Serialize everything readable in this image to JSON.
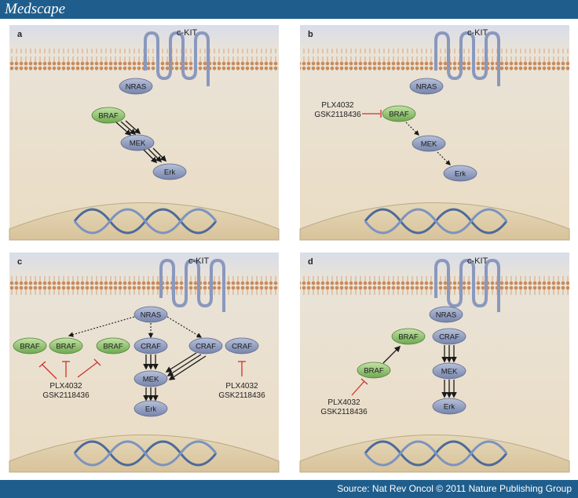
{
  "header": {
    "logo": "Medscape"
  },
  "footer": {
    "source": "Source: Nat Rev Oncol © 2011 Nature Publishing Group"
  },
  "colors": {
    "header_bg": "#1f5e8c",
    "protein_blue": "#8a98bd",
    "protein_green": "#8cc36f",
    "inhibitor_red": "#d23030",
    "panel_bg": "#f1e7d6"
  },
  "panels": {
    "a": {
      "letter": "a",
      "receptor": "c-KIT",
      "nras": "NRAS",
      "braf": "BRAF",
      "mek": "MEK",
      "erk": "Erk"
    },
    "b": {
      "letter": "b",
      "receptor": "c-KIT",
      "nras": "NRAS",
      "inhibitor1": "PLX4032",
      "inhibitor2": "GSK2118436",
      "braf": "BRAF",
      "mek": "MEK",
      "erk": "Erk"
    },
    "c": {
      "letter": "c",
      "receptor": "c-KIT",
      "nras": "NRAS",
      "braf1": "BRAF",
      "braf2": "BRAF",
      "braf3": "BRAF",
      "craf1": "CRAF",
      "craf2": "CRAF",
      "craf3": "CRAF",
      "mek": "MEK",
      "erk": "Erk",
      "inhibitorL1": "PLX4032",
      "inhibitorL2": "GSK2118436",
      "inhibitorR1": "PLX4032",
      "inhibitorR2": "GSK2118436"
    },
    "d": {
      "letter": "d",
      "receptor": "c-KIT",
      "nras": "NRAS",
      "braf_active": "BRAF",
      "craf": "CRAF",
      "braf_bound": "BRAF",
      "mek": "MEK",
      "erk": "Erk",
      "inhibitor1": "PLX4032",
      "inhibitor2": "GSK2118436"
    }
  }
}
